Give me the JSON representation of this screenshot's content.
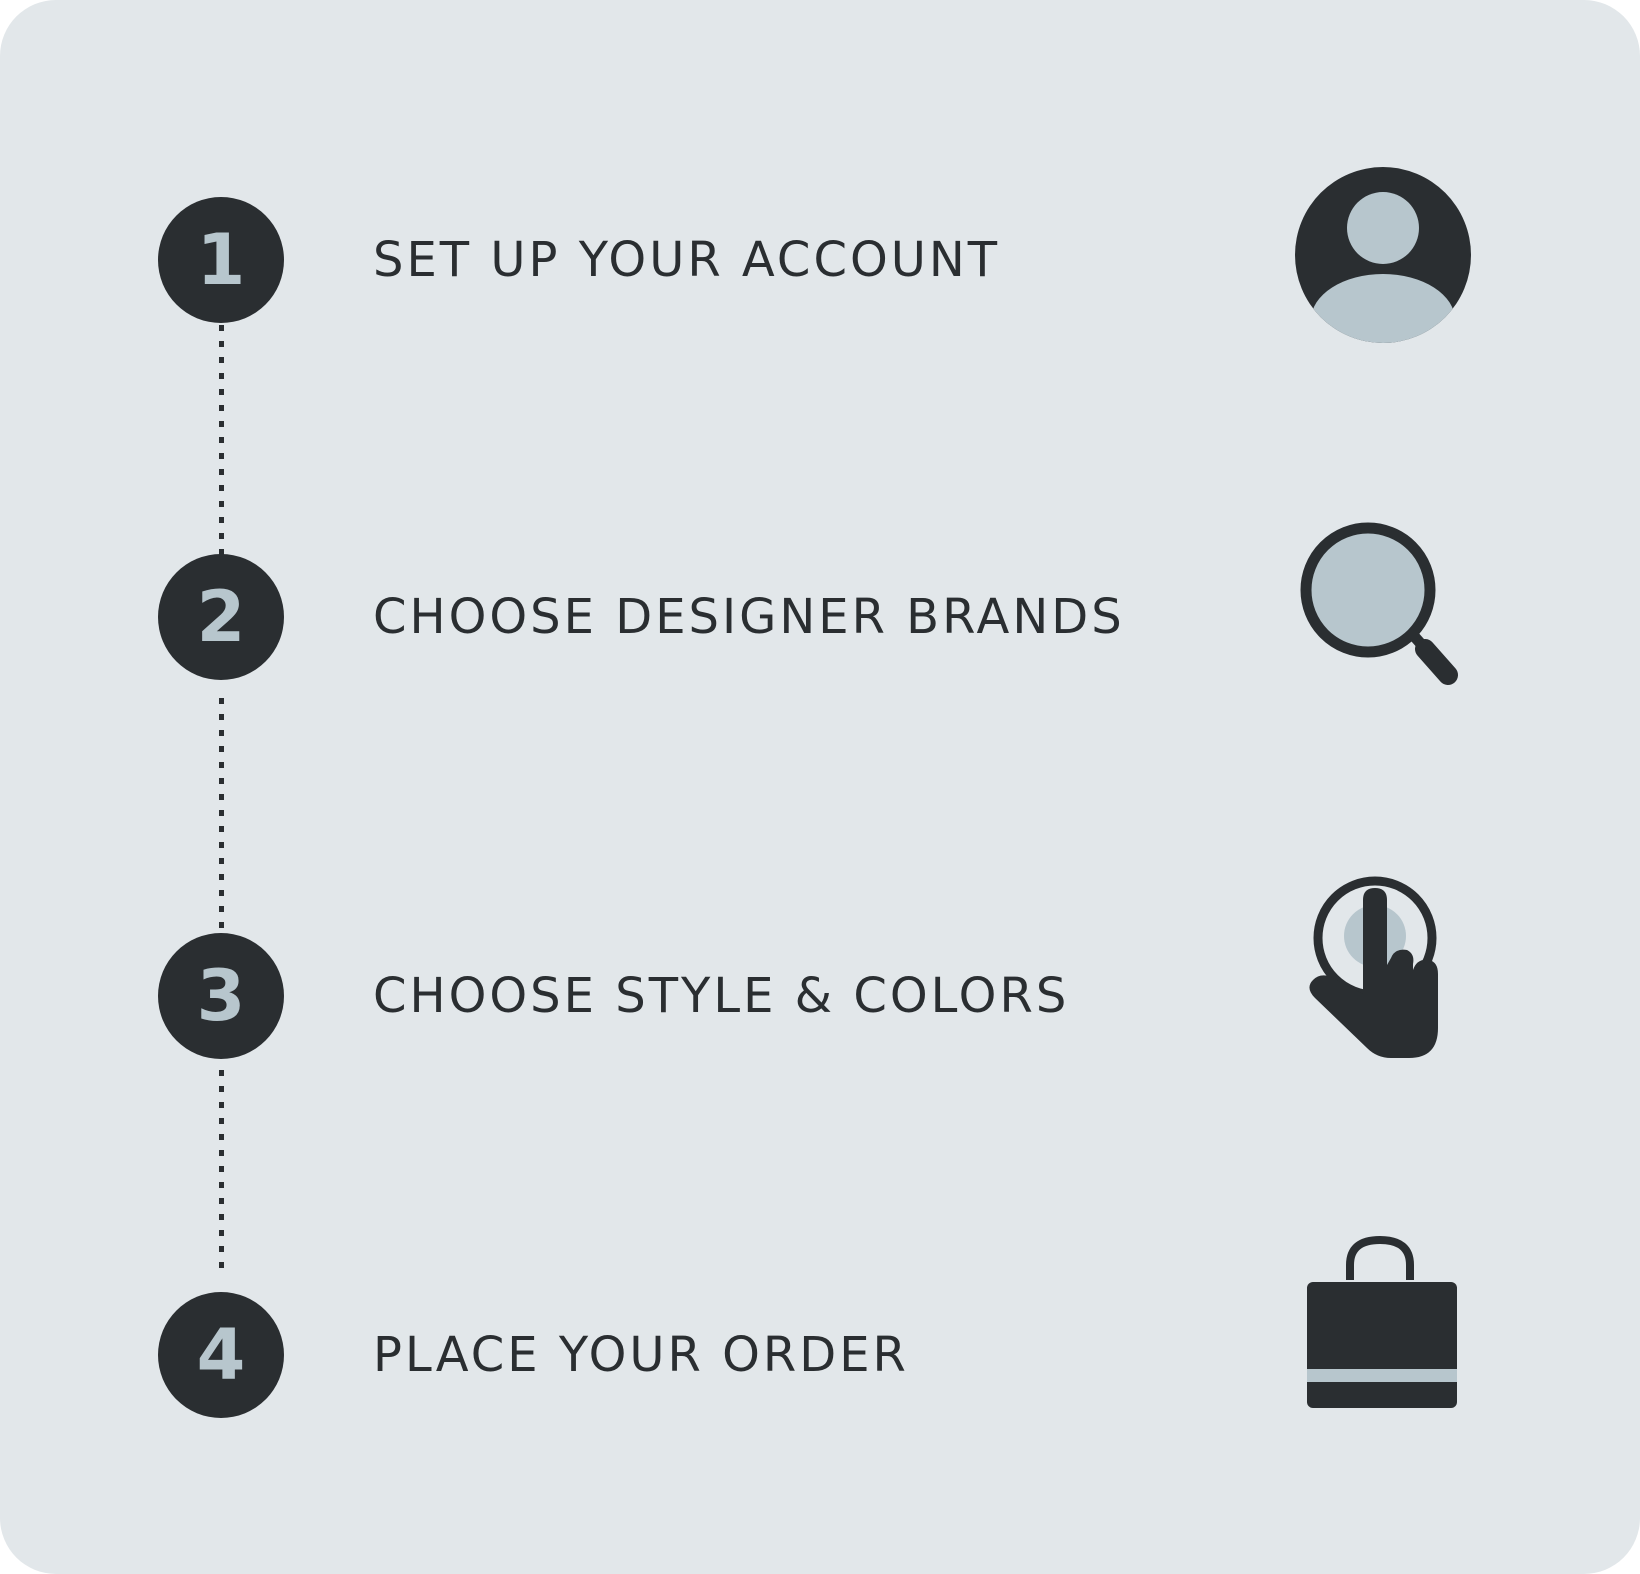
{
  "colors": {
    "background": "#e2e7ea",
    "dark": "#2a2e31",
    "accent": "#b7c6cd"
  },
  "steps": [
    {
      "number": "1",
      "label": "SET UP YOUR ACCOUNT",
      "icon": "user-account-icon"
    },
    {
      "number": "2",
      "label": "CHOOSE DESIGNER BRANDS",
      "icon": "magnifying-glass-icon"
    },
    {
      "number": "3",
      "label": "CHOOSE STYLE & COLORS",
      "icon": "tap-hand-icon"
    },
    {
      "number": "4",
      "label": "PLACE YOUR ORDER",
      "icon": "shopping-bag-icon"
    }
  ]
}
